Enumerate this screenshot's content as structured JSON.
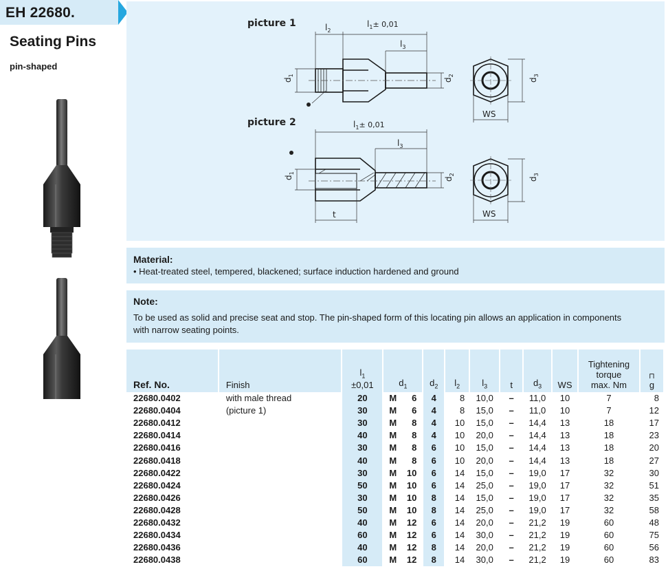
{
  "header": {
    "code": "EH 22680.",
    "title": "Seating Pins",
    "subtitle": "pin-shaped"
  },
  "drawing": {
    "picture1_label": "picture 1",
    "picture2_label": "picture 2",
    "dim_l1": "l",
    "dim_l1_tol": "± 0,01",
    "dim_l2": "l",
    "dim_l3": "l",
    "dim_d1": "d",
    "dim_d2": "d",
    "dim_d3": "d",
    "dim_ws": "WS",
    "dim_t": "t"
  },
  "material": {
    "heading": "Material:",
    "text": "• Heat-treated steel, tempered, blackened; surface induction hardened and ground"
  },
  "note": {
    "heading": "Note:",
    "line1": "To be used as solid and precise seat and stop. The pin-shaped form of this locating pin allows an application in components",
    "line2": "with narrow seating points."
  },
  "table": {
    "headers": {
      "ref": "Ref. No.",
      "finish": "Finish",
      "l1": "l",
      "l1_sub": "1",
      "l1_tol": "±0,01",
      "d1": "d",
      "d1_sub": "1",
      "d2": "d",
      "d2_sub": "2",
      "l2": "l",
      "l2_sub": "2",
      "l3": "l",
      "l3_sub": "3",
      "t": "t",
      "d3": "d",
      "d3_sub": "3",
      "ws": "WS",
      "torque_1": "Tightening",
      "torque_2": "torque",
      "torque_3": "max. Nm",
      "weight": "g"
    },
    "rows": [
      {
        "ref": "22680.0402",
        "finish": "with male thread",
        "l1": "20",
        "m": "M",
        "d1": "6",
        "d2": "4",
        "l2": "8",
        "l3": "10,0",
        "t": "–",
        "d3": "11,0",
        "ws": "10",
        "torque": "7",
        "g": "8"
      },
      {
        "ref": "22680.0404",
        "finish": "(picture 1)",
        "l1": "30",
        "m": "M",
        "d1": "6",
        "d2": "4",
        "l2": "8",
        "l3": "15,0",
        "t": "–",
        "d3": "11,0",
        "ws": "10",
        "torque": "7",
        "g": "12"
      },
      {
        "ref": "22680.0412",
        "finish": "",
        "l1": "30",
        "m": "M",
        "d1": "8",
        "d2": "4",
        "l2": "10",
        "l3": "15,0",
        "t": "–",
        "d3": "14,4",
        "ws": "13",
        "torque": "18",
        "g": "17"
      },
      {
        "ref": "22680.0414",
        "finish": "",
        "l1": "40",
        "m": "M",
        "d1": "8",
        "d2": "4",
        "l2": "10",
        "l3": "20,0",
        "t": "–",
        "d3": "14,4",
        "ws": "13",
        "torque": "18",
        "g": "23"
      },
      {
        "ref": "22680.0416",
        "finish": "",
        "l1": "30",
        "m": "M",
        "d1": "8",
        "d2": "6",
        "l2": "10",
        "l3": "15,0",
        "t": "–",
        "d3": "14,4",
        "ws": "13",
        "torque": "18",
        "g": "20"
      },
      {
        "ref": "22680.0418",
        "finish": "",
        "l1": "40",
        "m": "M",
        "d1": "8",
        "d2": "6",
        "l2": "10",
        "l3": "20,0",
        "t": "–",
        "d3": "14,4",
        "ws": "13",
        "torque": "18",
        "g": "27"
      },
      {
        "ref": "22680.0422",
        "finish": "",
        "l1": "30",
        "m": "M",
        "d1": "10",
        "d2": "6",
        "l2": "14",
        "l3": "15,0",
        "t": "–",
        "d3": "19,0",
        "ws": "17",
        "torque": "32",
        "g": "30"
      },
      {
        "ref": "22680.0424",
        "finish": "",
        "l1": "50",
        "m": "M",
        "d1": "10",
        "d2": "6",
        "l2": "14",
        "l3": "25,0",
        "t": "–",
        "d3": "19,0",
        "ws": "17",
        "torque": "32",
        "g": "51"
      },
      {
        "ref": "22680.0426",
        "finish": "",
        "l1": "30",
        "m": "M",
        "d1": "10",
        "d2": "8",
        "l2": "14",
        "l3": "15,0",
        "t": "–",
        "d3": "19,0",
        "ws": "17",
        "torque": "32",
        "g": "35"
      },
      {
        "ref": "22680.0428",
        "finish": "",
        "l1": "50",
        "m": "M",
        "d1": "10",
        "d2": "8",
        "l2": "14",
        "l3": "25,0",
        "t": "–",
        "d3": "19,0",
        "ws": "17",
        "torque": "32",
        "g": "58"
      },
      {
        "ref": "22680.0432",
        "finish": "",
        "l1": "40",
        "m": "M",
        "d1": "12",
        "d2": "6",
        "l2": "14",
        "l3": "20,0",
        "t": "–",
        "d3": "21,2",
        "ws": "19",
        "torque": "60",
        "g": "48"
      },
      {
        "ref": "22680.0434",
        "finish": "",
        "l1": "60",
        "m": "M",
        "d1": "12",
        "d2": "6",
        "l2": "14",
        "l3": "30,0",
        "t": "–",
        "d3": "21,2",
        "ws": "19",
        "torque": "60",
        "g": "75"
      },
      {
        "ref": "22680.0436",
        "finish": "",
        "l1": "40",
        "m": "M",
        "d1": "12",
        "d2": "8",
        "l2": "14",
        "l3": "20,0",
        "t": "–",
        "d3": "21,2",
        "ws": "19",
        "torque": "60",
        "g": "56"
      },
      {
        "ref": "22680.0438",
        "finish": "",
        "l1": "60",
        "m": "M",
        "d1": "12",
        "d2": "8",
        "l2": "14",
        "l3": "30,0",
        "t": "–",
        "d3": "21,2",
        "ws": "19",
        "torque": "60",
        "g": "83"
      }
    ]
  }
}
